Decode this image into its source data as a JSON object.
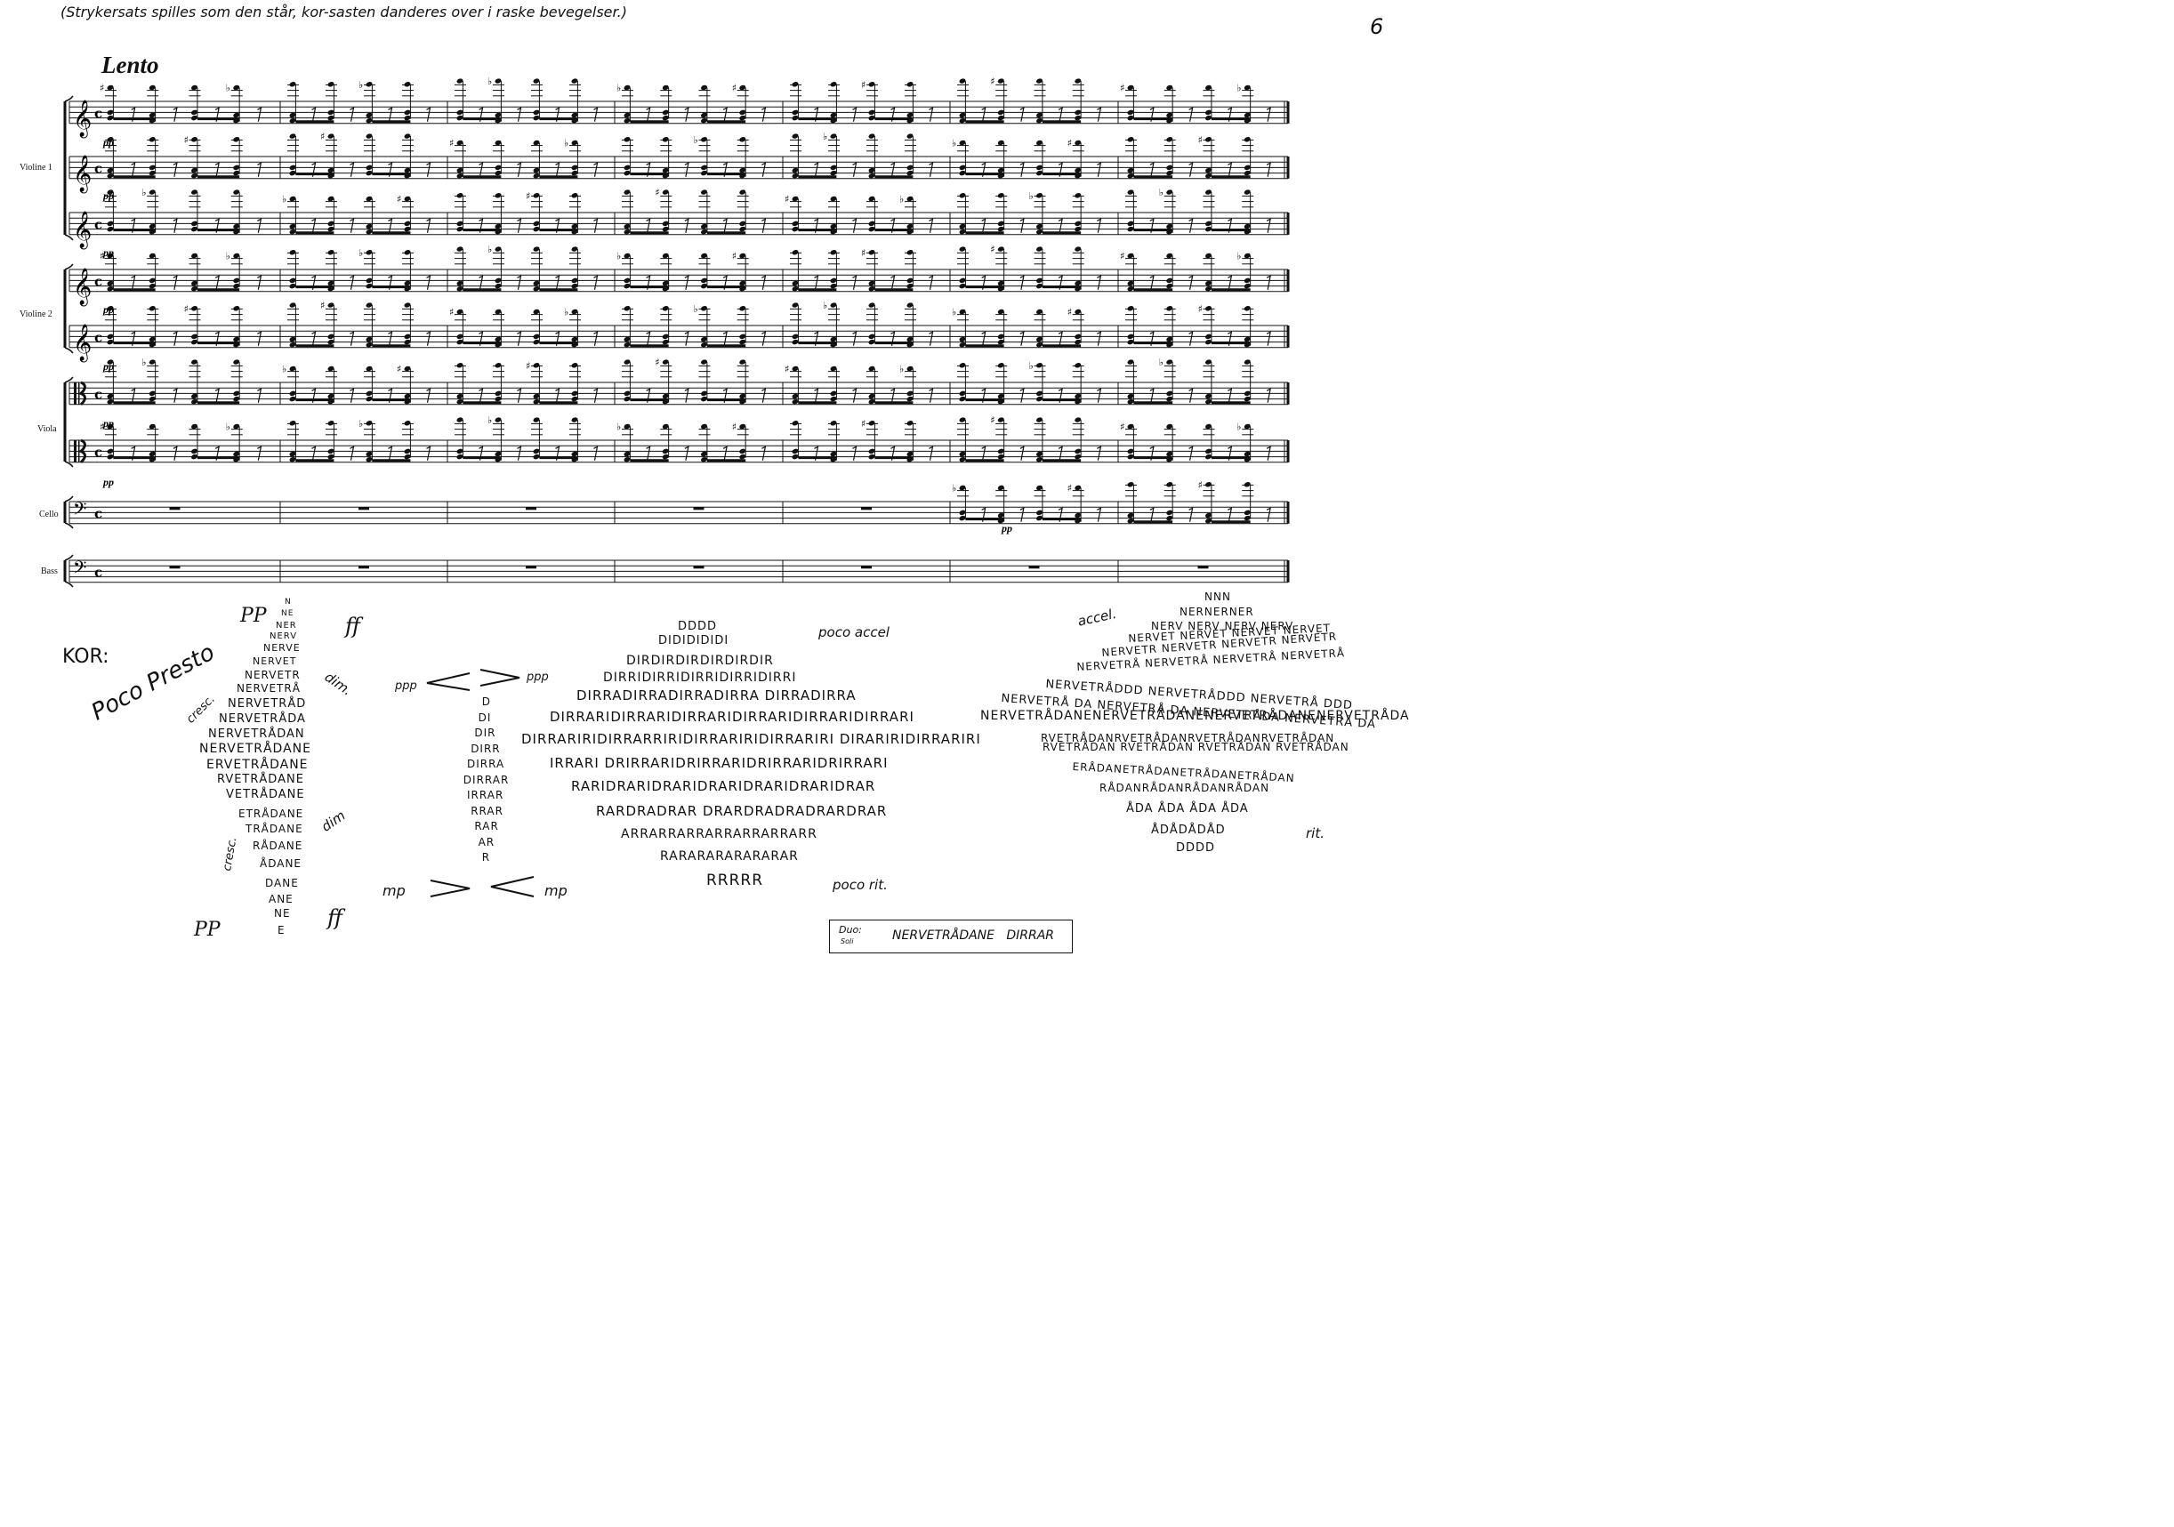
{
  "header": {
    "instruction": "(Strykersats spilles som den står, kor-sasten danderes over i raske bevegelser.)",
    "page_number": "6"
  },
  "score": {
    "tempo": "Lento",
    "time_signature": "c",
    "instruments": [
      {
        "label": "Violine 1"
      },
      {
        "label": "Violine 2"
      },
      {
        "label": "Viola"
      },
      {
        "label": "Cello"
      },
      {
        "label": "Bass"
      }
    ],
    "dynamic": "pp"
  },
  "choir": {
    "label": "KOR:",
    "tempo_text": "Poco Presto",
    "wedge_left": {
      "pp_top": "PP",
      "ff_top": "ff",
      "pp_bottom": "PP",
      "ff_bottom": "ff",
      "cresc_top": "cresc.",
      "dim_top": "dim.",
      "cresc_bottom": "cresc.",
      "dim_bottom": "dim",
      "lines": [
        "N",
        "NE",
        "NER",
        "NERV",
        "NERVE",
        "NERVET",
        "NERVETR",
        "NERVETRÅ",
        "NERVETRÅD",
        "NERVETRÅDA",
        "NERVETRÅDAN",
        "NERVETRÅDANE",
        "ERVETRÅDANE",
        "RVETRÅDANE",
        "VETRÅDANE",
        "ETRÅDANE",
        "TRÅDANE",
        "RÅDANE",
        "ÅDANE",
        "DANE",
        "ANE",
        "NE",
        "E"
      ]
    },
    "hairpins": {
      "top_start": "ppp",
      "top_end": "ppp",
      "bottom_start": "mp",
      "bottom_end": "mp"
    },
    "column_small": [
      "D",
      "DI",
      "DIR",
      "DIRR",
      "DIRRA",
      "DIRRAR",
      "IRRAR",
      "RRAR",
      "RAR",
      "AR",
      "R"
    ],
    "center_block": {
      "poco_accel": "poco accel",
      "poco_rit": "poco rit.",
      "lines": [
        "DDDD",
        "DIDIDIDIDI",
        "DIRDIRDIRDIRDIRDIR",
        "DIRRIDIRRIDIRRIDIRRIDIRRI",
        "DIRRADIRRADIRRADIRRA DIRRADIRRA",
        "DIRRARIDIRRARIDIRRARIDIRRARIDIRRARIDIRRARI",
        "DIRRARIRIDIRRARRIRIDIRRARIRIDIRRARIRI DIRARIRIDIRRARIRI",
        "IRRARI DRIRRARIDRIRRARIDRIRRARIDRIRRARI",
        "RARIDRARIDRARIDRARIDRARIDRARIDRAR",
        "RARDRADRAR DRARDRADRADRARDRAR",
        "ARRARRARRARRARRARRARR",
        "RARARARARARARAR",
        "RRRRR"
      ],
      "tail_lines": [
        "NERVETRÅDANENERVETRÅDANENERVETRÅDANENERVETRÅDA",
        "RVETRÅDANRVETRÅDANRVETRÅDANRVETRÅDAN"
      ]
    },
    "right_block": {
      "accel": "accel.",
      "rit": "rit.",
      "lines": [
        "NNN",
        "NERNERNER",
        "NERV NERV NERV NERV",
        "NERVET NERVET NERVET NERVET",
        "NERVETR NERVETR NERVETR NERVETR",
        "NERVETRÅ NERVETRÅ NERVETRÅ NERVETRÅ",
        "NERVETRÅDDD NERVETRÅDDD NERVETRÅ DDD",
        "NERVETRÅ DA NERVETRÅ DA NERVETRÅDA NERVETRÅ DA",
        "RVETRÅDAN RVETRÅDAN RVETRÅDAN RVETRÅDAN",
        "ERÅDANETRÅDANETRÅDANETRÅDAN",
        "RÅDANRÅDANRÅDANRÅDAN",
        "ÅDA ÅDA ÅDA ÅDA",
        "ÅDÅDÅDÅD",
        "DDDD"
      ],
      "line5_extra": "NERVETRÅDANENERVETRÅDANENERV"
    },
    "duo_box": {
      "label_top": "Duo:",
      "label_bottom": "Soli",
      "text": "NERVETRÅDANE   DIRRAR"
    }
  }
}
